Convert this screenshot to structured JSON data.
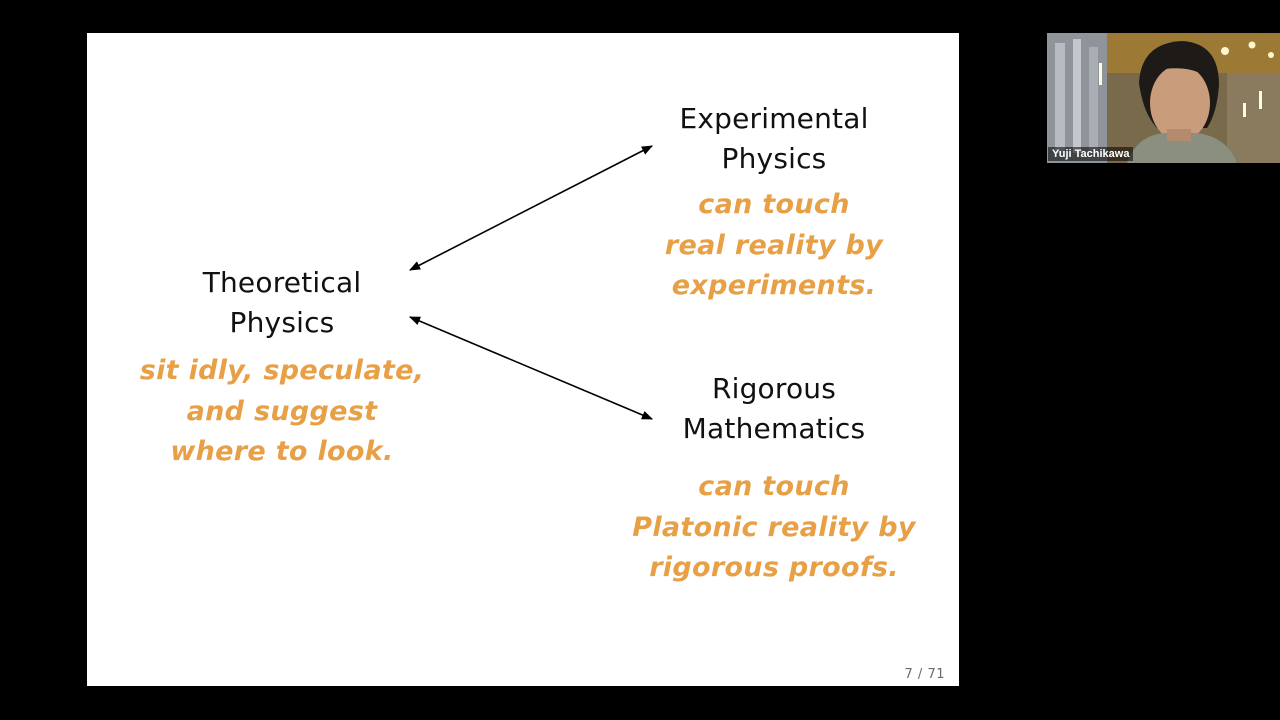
{
  "slide": {
    "theory": {
      "heading": [
        "Theoretical",
        "Physics"
      ],
      "note": [
        "sit idly, speculate,",
        "and suggest",
        "where to look."
      ]
    },
    "experiment": {
      "heading": [
        "Experimental",
        "Physics"
      ],
      "note": [
        "can touch",
        "real reality by",
        "experiments."
      ]
    },
    "mathematics": {
      "heading": [
        "Rigorous",
        "Mathematics"
      ],
      "note": [
        "can touch",
        "Platonic reality by",
        "rigorous proofs."
      ]
    },
    "page_number": "7 / 71",
    "colors": {
      "heading": "#111111",
      "accent": "#e8a046",
      "background": "#ffffff"
    }
  },
  "video": {
    "participant_name": "Yuji Tachikawa"
  }
}
